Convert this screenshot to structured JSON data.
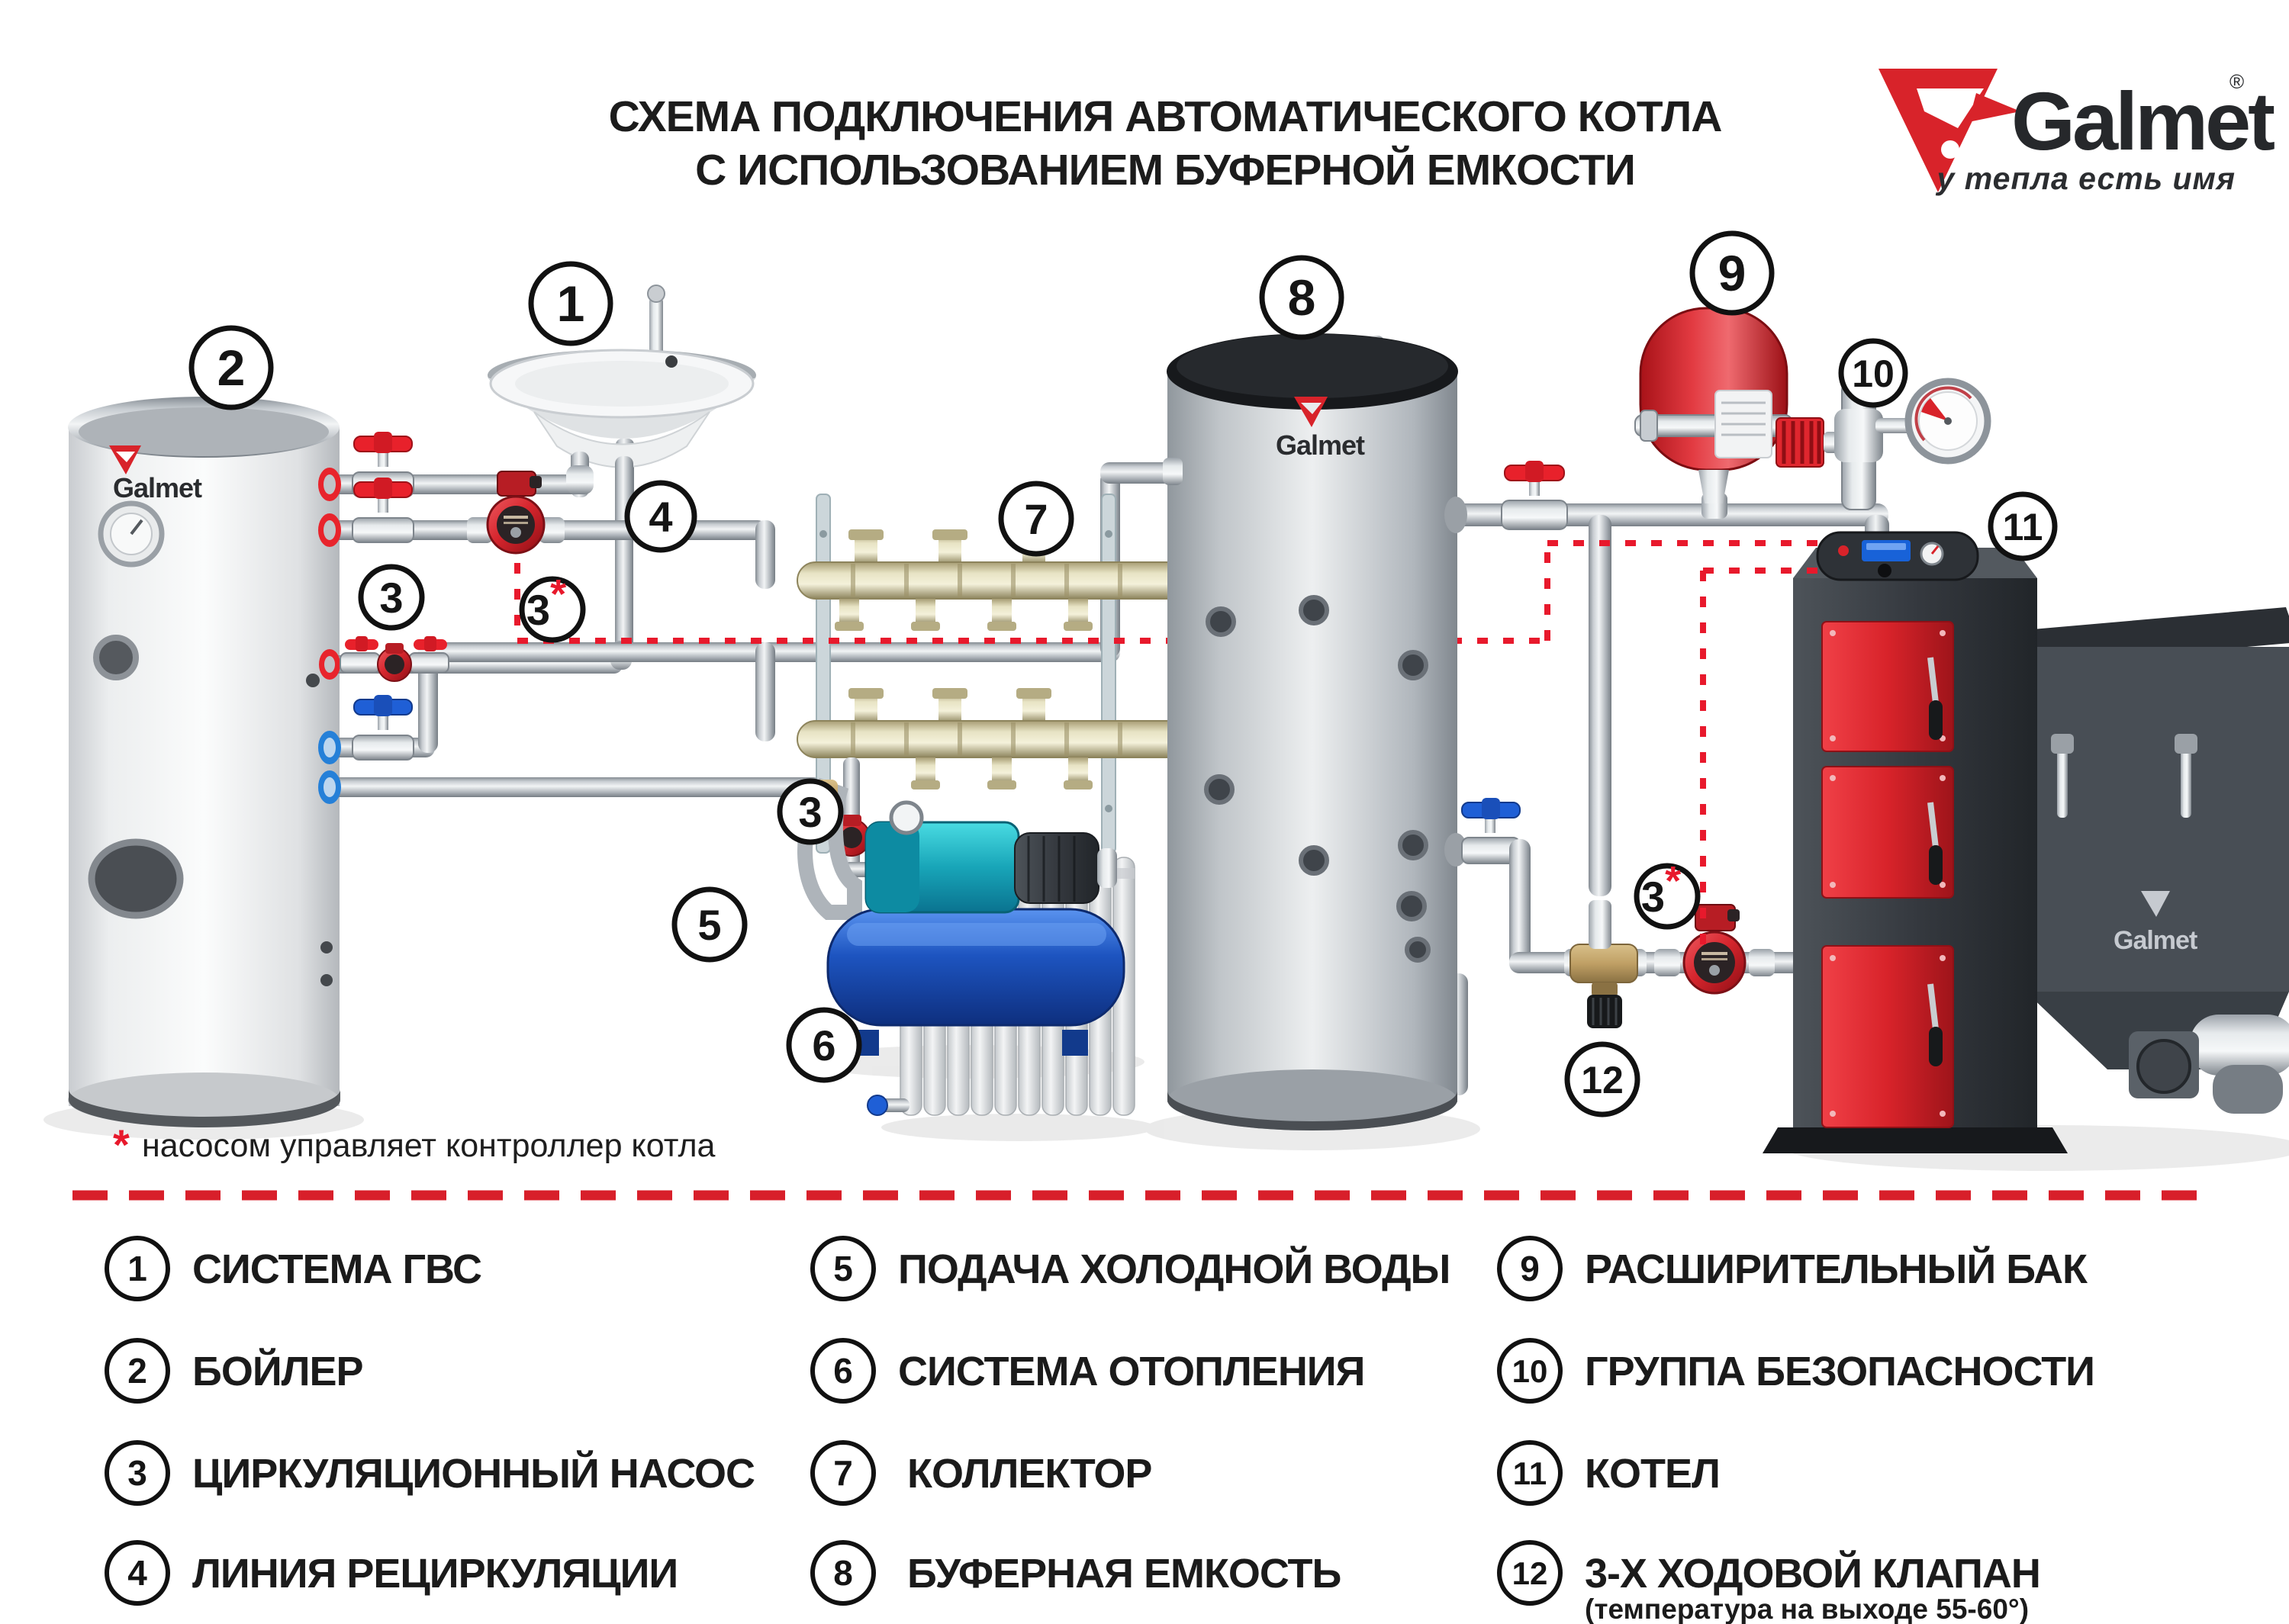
{
  "header": {
    "title_line1": "СХЕМА ПОДКЛЮЧЕНИЯ АВТОМАТИЧЕСКОГО КОТЛА",
    "title_line2": "С ИСПОЛЬЗОВАНИЕМ БУФЕРНОЙ ЕМКОСТИ"
  },
  "logo": {
    "brand": "Galmet",
    "registered": "®",
    "tagline": "у тепла есть имя"
  },
  "footnote": {
    "star": "*",
    "text": "насосом управляет контроллер котла"
  },
  "diagram": {
    "equipment_brand": "Galmet",
    "callouts": {
      "c1": "1",
      "c2": "2",
      "c3": "3",
      "c4": "4",
      "c5": "5",
      "c6": "6",
      "c7": "7",
      "c8": "8",
      "c9": "9",
      "c10": "10",
      "c11": "11",
      "c12": "12",
      "star": "*"
    }
  },
  "legend": {
    "items": [
      {
        "num": "1",
        "label": "СИСТЕМА ГВС"
      },
      {
        "num": "2",
        "label": "БОЙЛЕР"
      },
      {
        "num": "3",
        "label": "ЦИРКУЛЯЦИОННЫЙ НАСОС"
      },
      {
        "num": "4",
        "label": "ЛИНИЯ РЕЦИРКУЛЯЦИИ"
      },
      {
        "num": "5",
        "label": "ПОДАЧА ХОЛОДНОЙ ВОДЫ"
      },
      {
        "num": "6",
        "label": "СИСТЕМА ОТОПЛЕНИЯ"
      },
      {
        "num": "7",
        "label": "КОЛЛЕКТОР"
      },
      {
        "num": "8",
        "label": "БУФЕРНАЯ ЕМКОСТЬ"
      },
      {
        "num": "9",
        "label": "РАСШИРИТЕЛЬНЫЙ БАК"
      },
      {
        "num": "10",
        "label": "ГРУППА БЕЗОПАСНОСТИ"
      },
      {
        "num": "11",
        "label": "КОТЕЛ"
      },
      {
        "num": "12",
        "label": "3-Х ХОДОВОЙ КЛАПАН",
        "note": "(температура на выходе 55-60°)"
      }
    ]
  },
  "colors": {
    "accent_red": "#d8232a",
    "control_dashed": "#e8192c",
    "valve_blue": "#1f5fd6"
  }
}
